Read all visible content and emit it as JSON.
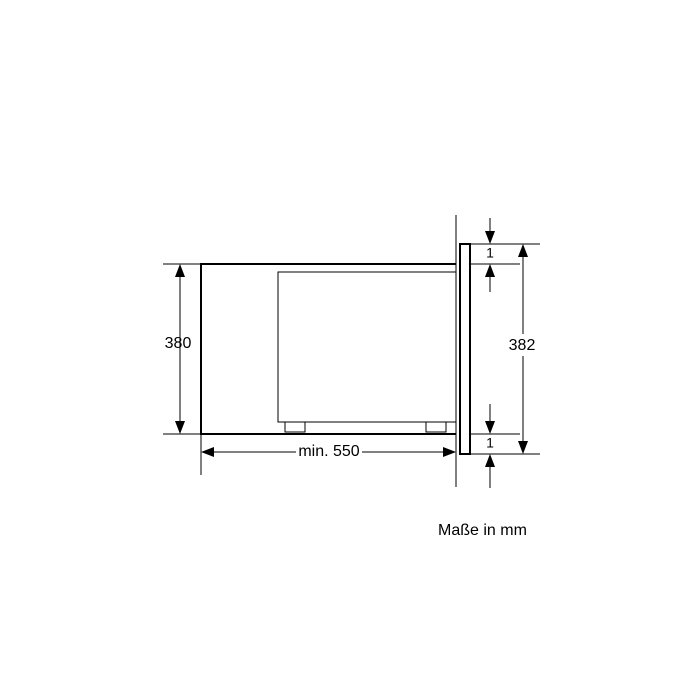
{
  "dimensions": {
    "height_left": "380",
    "height_right": "382",
    "depth": "min. 550",
    "gap_top": "1",
    "gap_bottom": "1"
  },
  "note": "Maße in mm"
}
